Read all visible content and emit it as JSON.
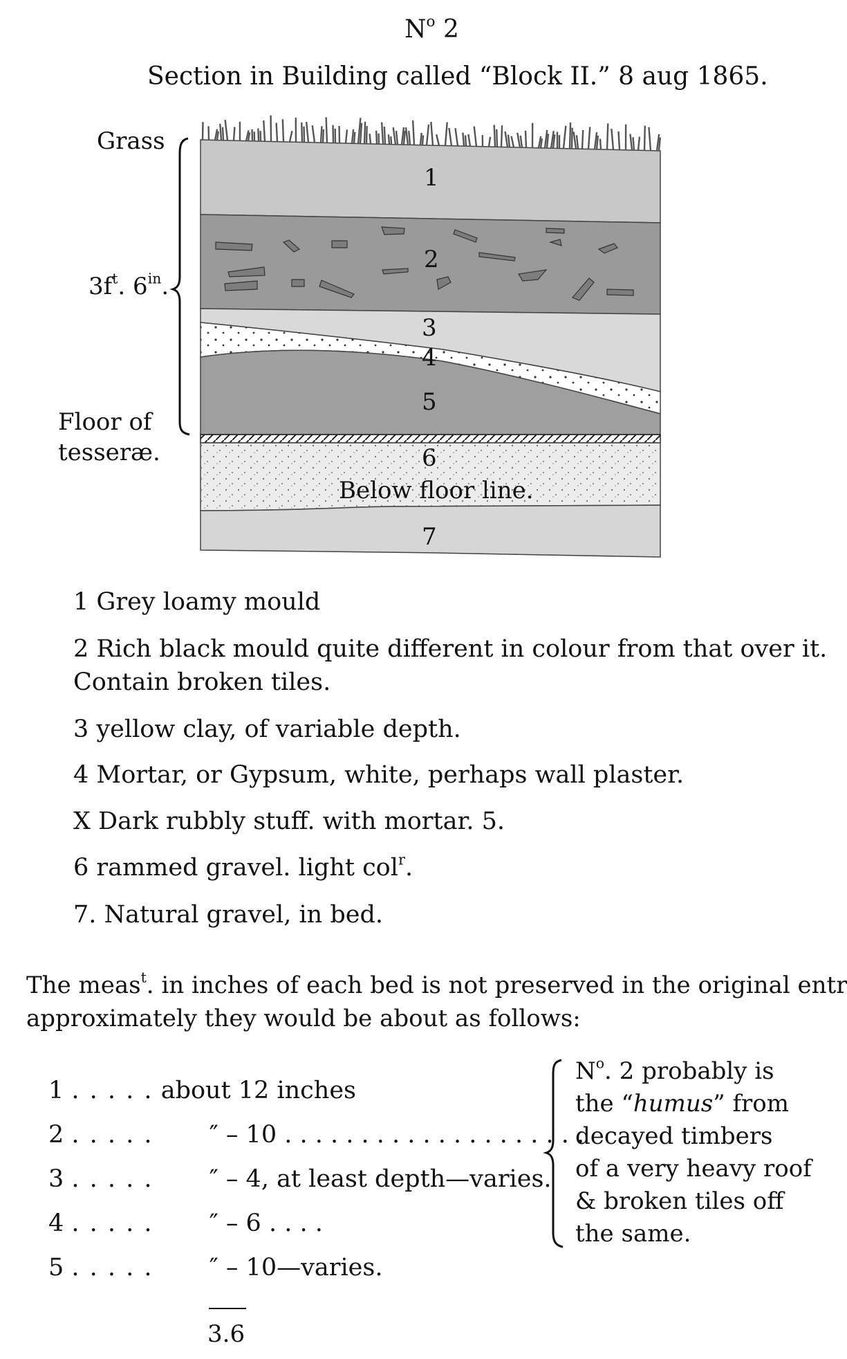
{
  "header": {
    "number": "N",
    "number_sup": "o",
    "number_val": "2",
    "title": "Section in Building called “Block II.” 8 aug 1865."
  },
  "labels": {
    "grass": "Grass",
    "depth_ft": "3f",
    "depth_ft_sup": "t",
    "depth_in": "6",
    "depth_in_sup": "in",
    "floor_1": "Floor of",
    "floor_2": "tesseræ.",
    "below_floor": "Below floor line."
  },
  "layers": [
    "1",
    "2",
    "3",
    "4",
    "5",
    "6",
    "7"
  ],
  "legend": [
    "1 Grey loamy mould",
    "2 Rich black mould quite different in colour from that over it.",
    "Contain broken tiles.",
    "3 yellow clay, of variable depth.",
    "4 Mortar, or Gypsum, white, perhaps wall plaster.",
    "X Dark rubbly stuff. with mortar. 5.",
    "6 rammed gravel. light col",
    "7. Natural gravel, in bed."
  ],
  "legend_sup_6": "r",
  "note": {
    "line1_a": "The meas",
    "line1_sup": "t",
    "line1_b": " in inches of each bed is not preserved in the original entry,",
    "line2": "approximately they would be about as follows:"
  },
  "measurements": [
    {
      "num": "1",
      "dots": ". . . . .",
      "text": "about 12 inches"
    },
    {
      "num": "2",
      "dots": ". . . . .",
      "ditto": "″",
      "text": "– 10 . . . . . . . . . . . . . . . . . . . ."
    },
    {
      "num": "3",
      "dots": ". . . . .",
      "ditto": "″",
      "text": "–   4, at least depth—varies."
    },
    {
      "num": "4",
      "dots": ". . . . .",
      "ditto": "″",
      "text": "–   6 . . . ."
    },
    {
      "num": "5",
      "dots": ". . . . .",
      "ditto": "″",
      "text": "– 10—varies."
    }
  ],
  "total": "3.6",
  "side_note": {
    "line1_a": "N",
    "line1_sup": "o",
    "line1_b": " 2 probably is",
    "line2_a": "the “",
    "line2_em": "humus",
    "line2_b": "” from",
    "line3": "decayed timbers",
    "line4": "of a very heavy roof",
    "line5": "& broken tiles off",
    "line6": "the same."
  },
  "colors": {
    "layer1": "#c8c8c8",
    "layer2": "#9a9a9a",
    "layer3": "#d9d9d9",
    "layer4": "#ffffff",
    "layer5": "#9f9f9f",
    "layer6": "#ececec",
    "layer7": "#d6d6d6",
    "tile": "#7d7d7d"
  }
}
